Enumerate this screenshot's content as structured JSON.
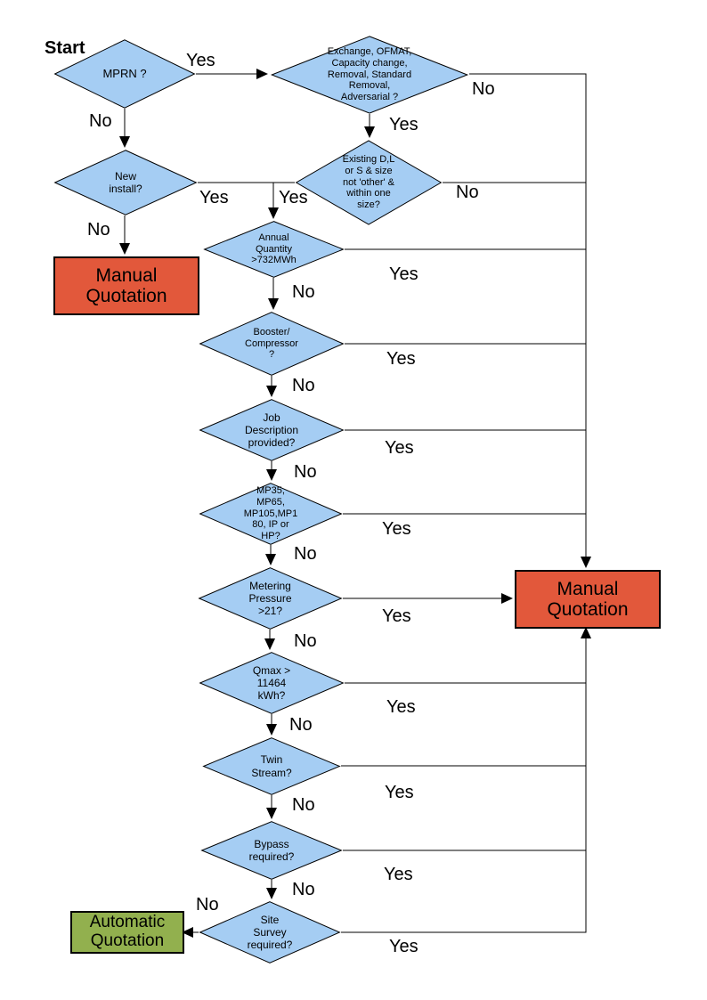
{
  "labels": {
    "start": "Start",
    "yes": "Yes",
    "no": "No"
  },
  "colors": {
    "decision_fill": "#a5cdf3",
    "manual_fill": "#e2583b",
    "auto_fill": "#92b04e",
    "line": "#000000"
  },
  "nodes": {
    "mprn": "MPRN ?",
    "exchange": "Exchange, OFMAT,\nCapacity change,\nRemoval, Standard\nRemoval,\nAdversarial ?",
    "existing": "Existing D,L\nor S & size\nnot 'other' &\nwithin one\nsize?",
    "new_install": "New\ninstall?",
    "annual": "Annual\nQuantity\n>732MWh",
    "booster": "Booster/\nCompressor\n?",
    "job": "Job\nDescription\nprovided?",
    "mp": "MP35,\nMP65,\nMP105,MP1\n80, IP or\nHP?",
    "metering": "Metering\nPressure\n>21?",
    "qmax": "Qmax >\n11464\nkWh?",
    "twin": "Twin\nStream?",
    "bypass": "Bypass\nrequired?",
    "site_survey": "Site\nSurvey\nrequired?",
    "manual_left": "Manual\nQuotation",
    "manual_right": "Manual\nQuotation",
    "automatic": "Automatic\nQuotation"
  }
}
